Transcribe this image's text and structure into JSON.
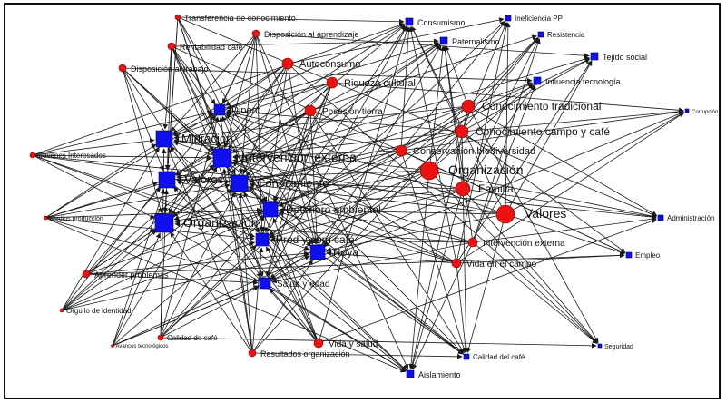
{
  "title": "",
  "colors": {
    "blue_node": "#1010ee",
    "red_node": "#ee1111",
    "edge": "#1a1a1a",
    "frame": "#111111"
  },
  "nodes": {
    "transferencia": "Transferencia de conocimiento",
    "disposicion_aprendizaje": "Disposición al aprendizaje",
    "rentabilidad": "Rentabilidad café",
    "disposicion_trabajo": "Disposición al trabajo",
    "autoconsumo": "Autoconsumo",
    "riqueza": "Riqueza cultural",
    "posesion": "Posesión tierra",
    "dinero": "Dinero",
    "migracion": "Migración",
    "jovenes": "Jovenes Interesados",
    "interv_ext_blue": "Intervención externa",
    "valores_blue": "Valores",
    "conocimiento_blue": "Conocimiento",
    "medios": "Medios producción",
    "organizacion_blue": "Organización",
    "deterioro": "Deterioro ambiental",
    "prod_com": "Prod y com café",
    "roya": "Roya",
    "aprender": "Aprender problemas",
    "salud_edad": "Salud y edad",
    "orgullo": "Orgullo de identidad",
    "calidad_cafe_red": "Calidad de café",
    "avances": "Avances tecnológicos",
    "resultados_org": "Resultados organización",
    "vida_salud": "Vida y salud",
    "aislamiento": "Aislamiento",
    "calidad_cafe_blue": "Calidad del café",
    "seguridad": "Seguridad",
    "vida_campo": "Vida en el campo",
    "interv_ext_red": "Intervención externa",
    "empleo": "Empleo",
    "administracion": "Administración",
    "valores_red": "Valores",
    "familia": "Familia",
    "organizacion_red": "Organización",
    "conservacion": "Conservación biodiversidad",
    "conoc_campo": "Conocimiento campo y café",
    "conoc_trad": "Conocimiento tradicional",
    "corrupcion": "Corrupción",
    "influencia": "Influencia tecnología",
    "tejido": "Tejido social",
    "resistencia": "Resistencia",
    "paternalismo": "Paternalismo",
    "consumismo": "Consumismo",
    "ineficiencia": "Ineficiencia  PP"
  }
}
